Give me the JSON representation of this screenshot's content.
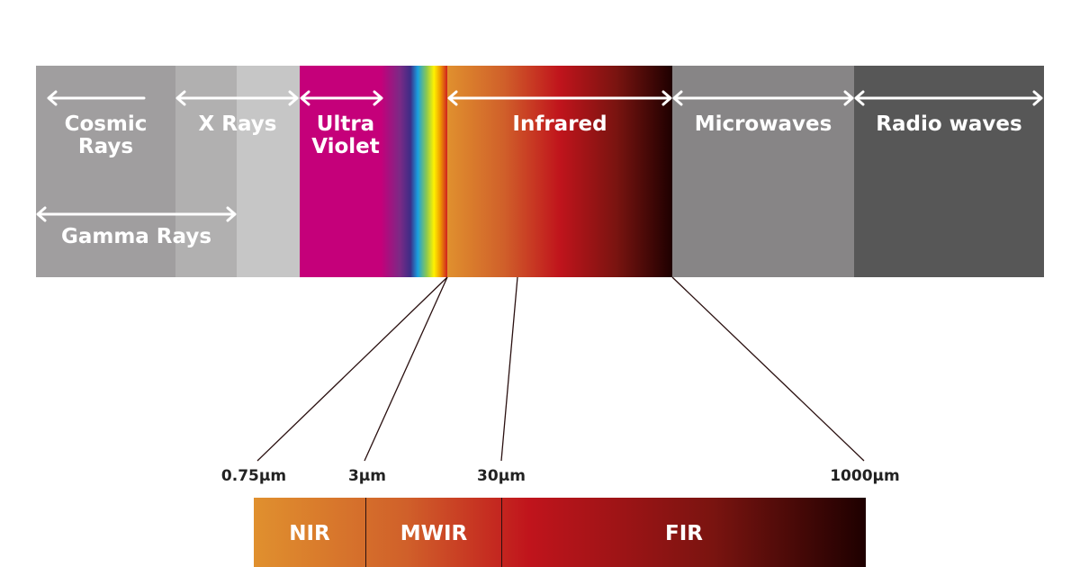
{
  "spectrum": {
    "cosmic_rays": "Cosmic\nRays",
    "x_rays": "X Rays",
    "ultra_violet": "Ultra\nViolet",
    "infrared": "Infrared",
    "microwaves": "Microwaves",
    "radio_waves": "Radio waves",
    "gamma_rays": "Gamma Rays"
  },
  "infrared_detail": {
    "ticks": [
      "0.75µm",
      "3µm",
      "30µm",
      "1000µm"
    ],
    "bands": [
      "NIR",
      "MWIR",
      "FIR"
    ]
  },
  "colors": {
    "uv": "#c5007a",
    "microwave": "#878586",
    "radio": "#575757"
  }
}
